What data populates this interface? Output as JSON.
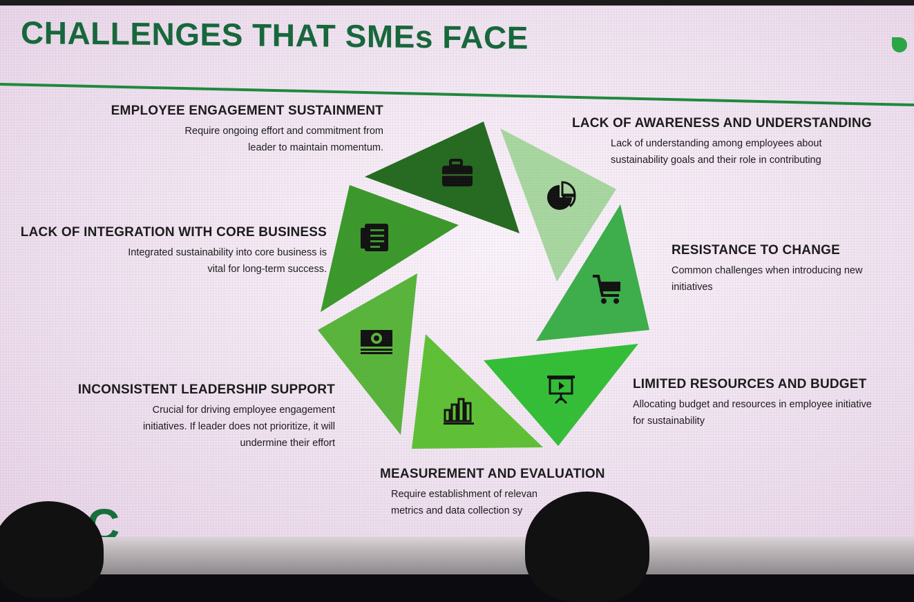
{
  "slide": {
    "title": "CHALLENGES THAT SMEs FACE",
    "brand_partial": "BC"
  },
  "challenges": [
    {
      "heading": "EMPLOYEE ENGAGEMENT SUSTAINMENT",
      "lines": [
        "Require ongoing effort and commitment from",
        "leader to maintain momentum."
      ],
      "icon": "briefcase-icon"
    },
    {
      "heading": "LACK OF AWARENESS AND UNDERSTANDING",
      "lines": [
        "Lack of understanding among employees about",
        "sustainability goals and their role in contributing"
      ],
      "icon": "pie-chart-icon"
    },
    {
      "heading": "RESISTANCE TO CHANGE",
      "lines": [
        "Common challenges when introducing new",
        "initiatives"
      ],
      "icon": "shopping-cart-icon"
    },
    {
      "heading": "LIMITED RESOURCES AND BUDGET",
      "lines": [
        "Allocating budget and resources in employee initiative",
        "for sustainability"
      ],
      "icon": "presentation-board-icon"
    },
    {
      "heading": "MEASUREMENT AND EVALUATION",
      "lines": [
        "Require establishment of relevan",
        "metrics and data collection sy"
      ],
      "icon": "bar-chart-icon"
    },
    {
      "heading": "INCONSISTENT LEADERSHIP SUPPORT",
      "lines": [
        "Crucial for driving employee engagement",
        "initiatives. If leader does not prioritize, it will",
        "undermine their effort"
      ],
      "icon": "banknote-icon"
    },
    {
      "heading": "LACK OF INTEGRATION WITH CORE BUSINESS",
      "lines": [
        "Integrated sustainability into core business is",
        "vital for long-term success."
      ],
      "icon": "document-list-icon"
    }
  ],
  "colors": {
    "title": "#15683a",
    "rule": "#1c8a3c",
    "segments": [
      "#246b1f",
      "#a8d8a0",
      "#3cb04a",
      "#33c036",
      "#5ec234",
      "#58b63a",
      "#3a9a2a"
    ]
  }
}
